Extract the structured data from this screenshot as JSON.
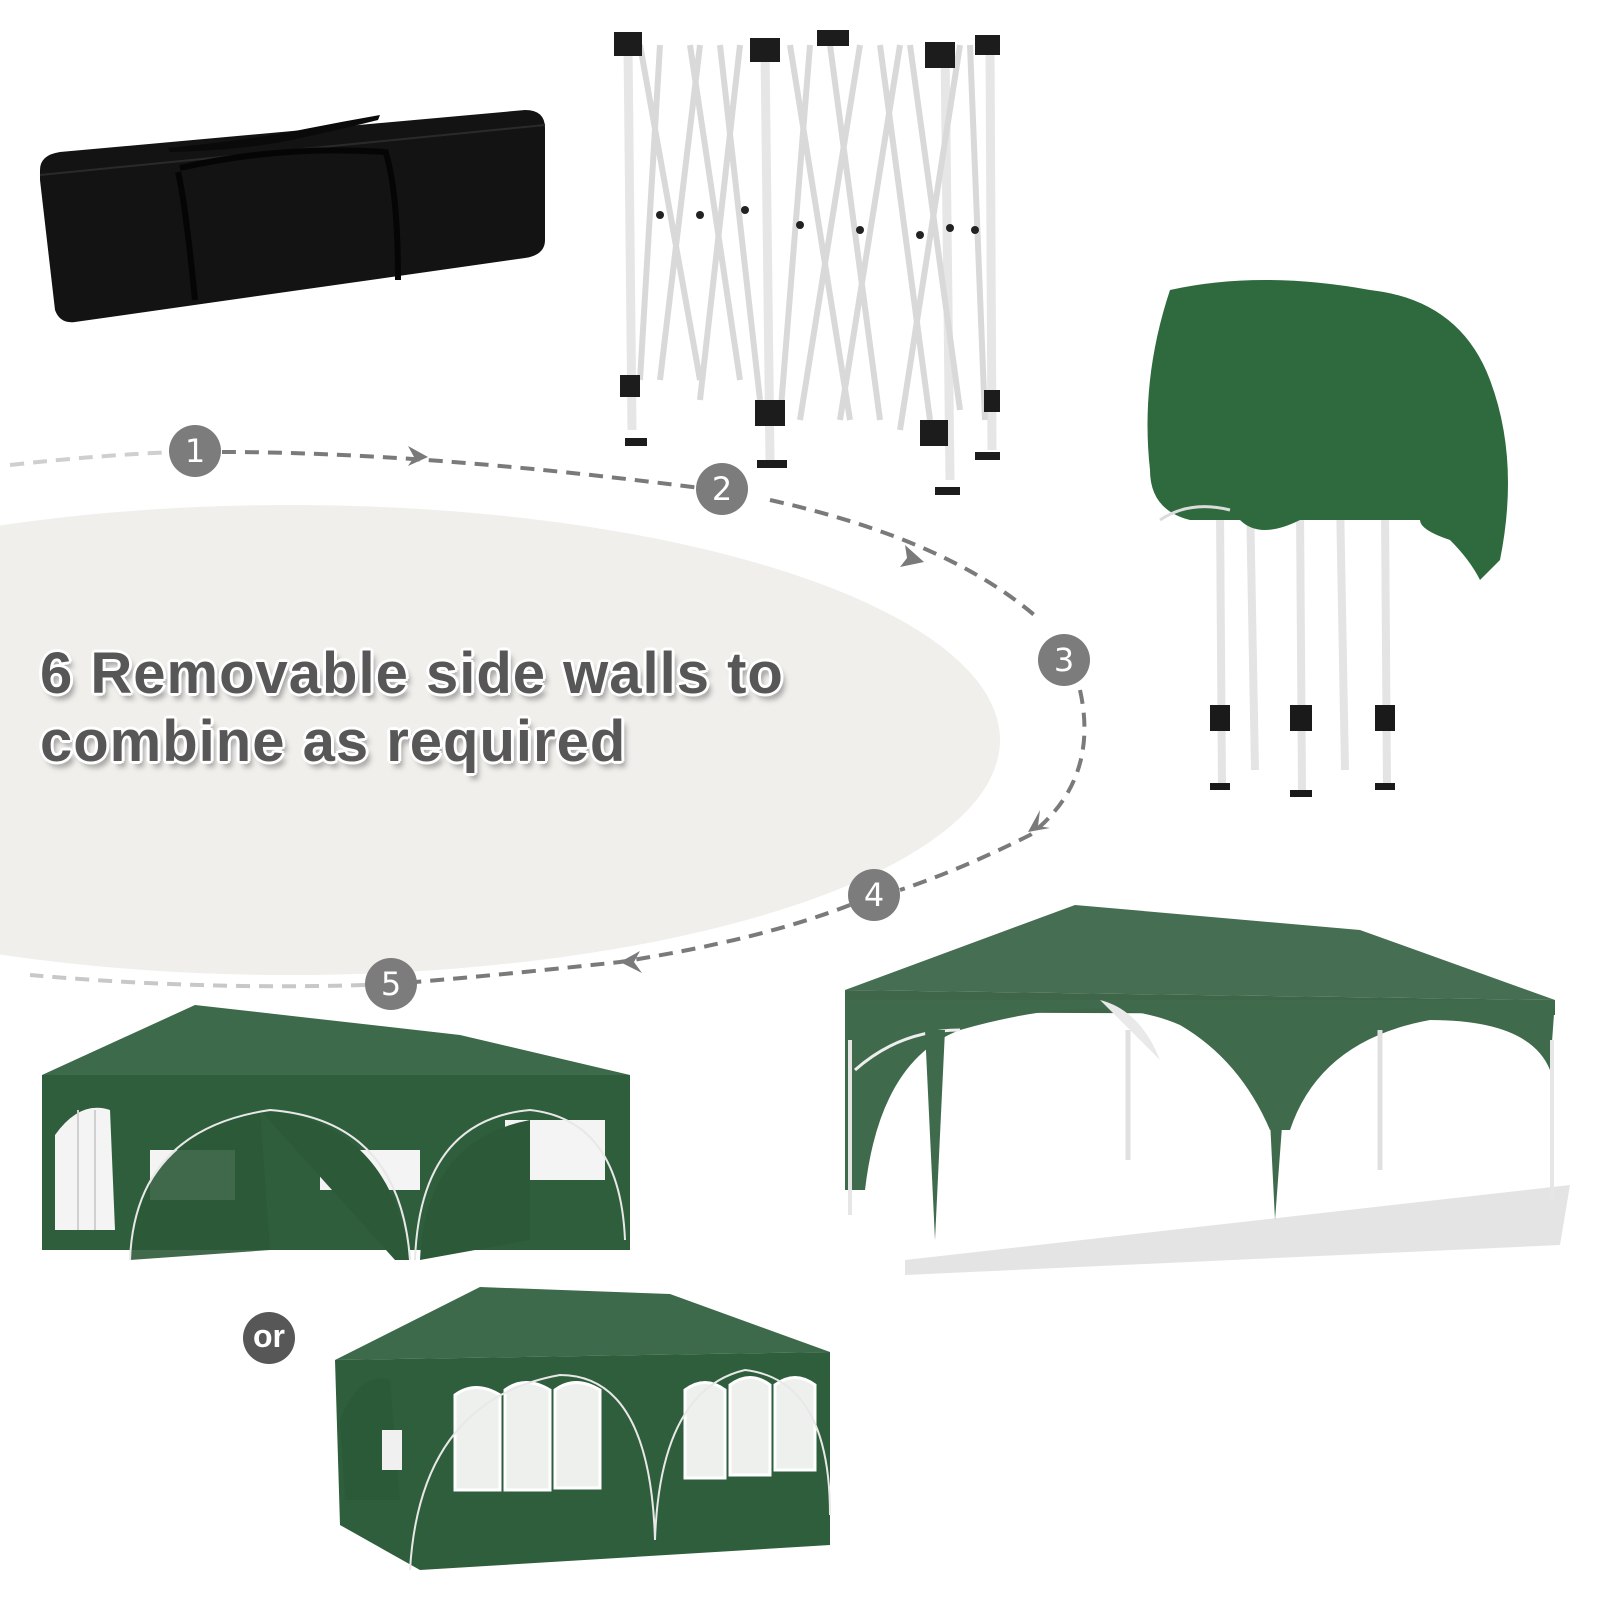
{
  "headline": {
    "line1": "6 Removable side walls to",
    "line2": "combine as required"
  },
  "steps": [
    {
      "label": "1",
      "description": "carry-bag"
    },
    {
      "label": "2",
      "description": "folded-frame"
    },
    {
      "label": "3",
      "description": "frame-with-canopy"
    },
    {
      "label": "4",
      "description": "open-canopy-tent"
    },
    {
      "label": "5",
      "description": "tent-with-side-walls"
    }
  ],
  "alternative_label": "or",
  "colors": {
    "tent_green": "#3f6b4c",
    "tent_green_dark": "#2f5a3c",
    "step_circle": "#7c7c7c",
    "headline_text": "#575757",
    "oval_background": "#f0efec",
    "bag_black": "#111111"
  }
}
